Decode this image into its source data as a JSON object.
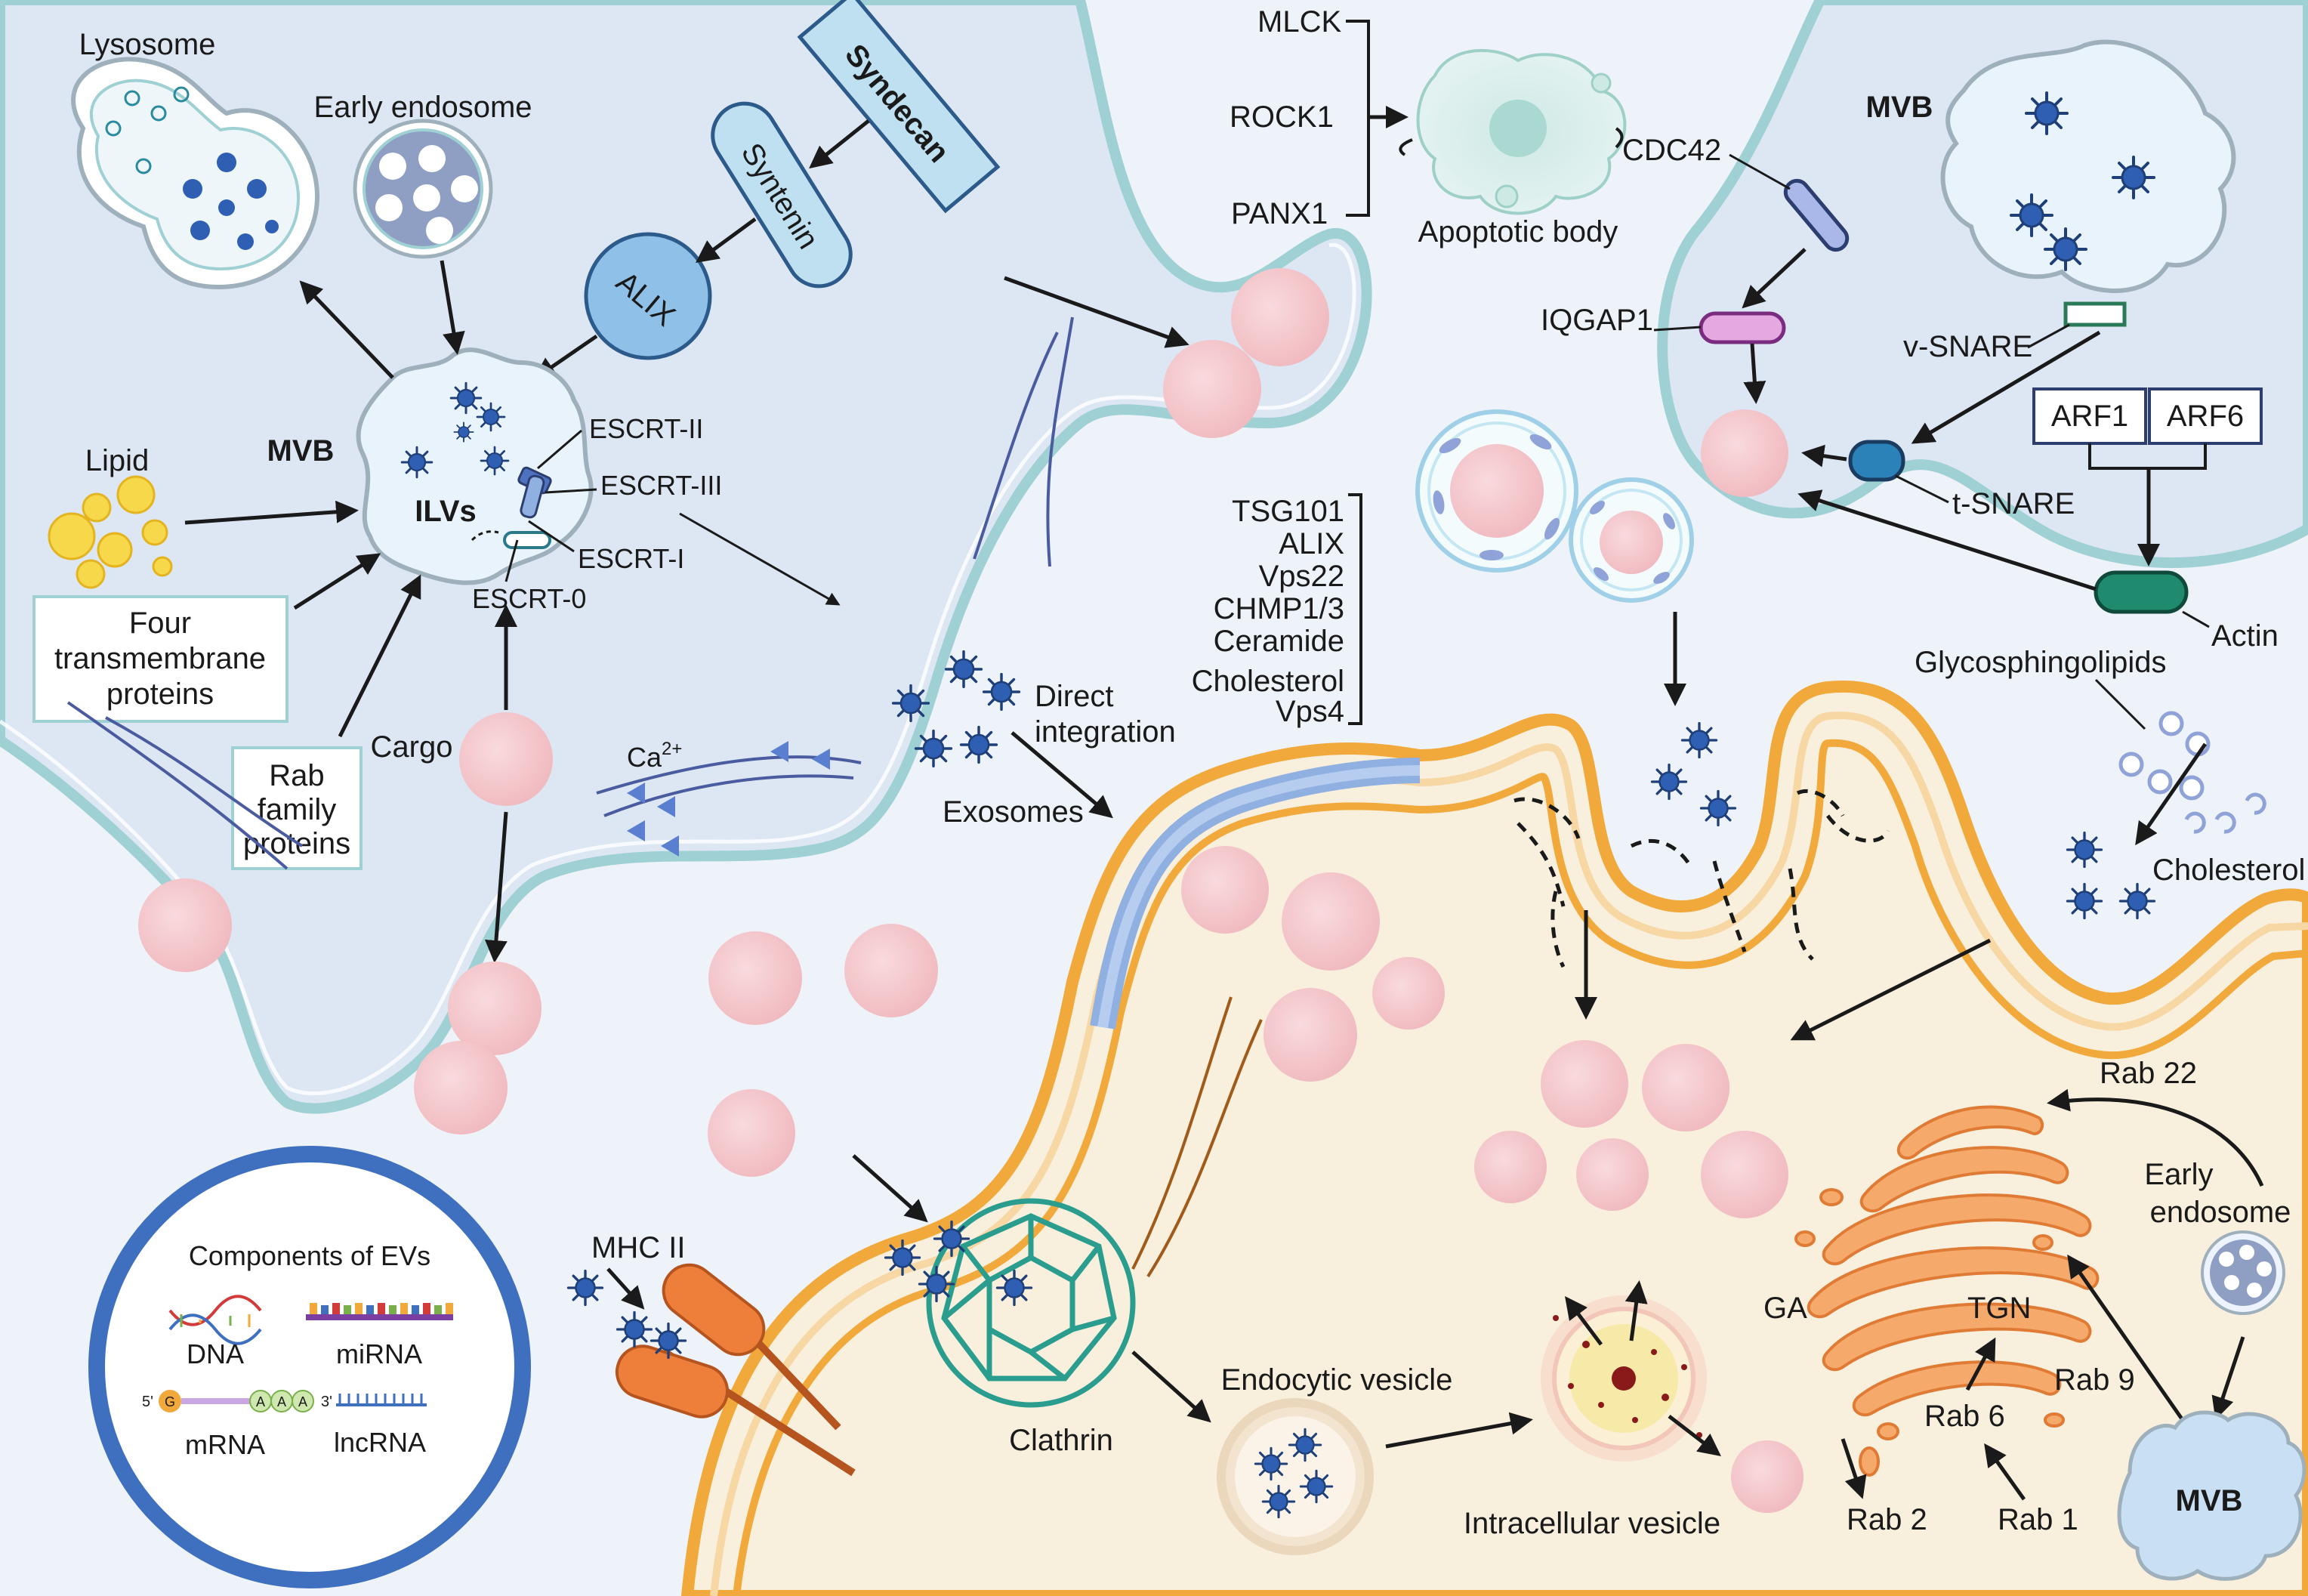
{
  "labels": {
    "lysosome": "Lysosome",
    "early_endosome_top": "Early endosome",
    "syndecan": "Syndecan",
    "syntenin": "Syntenin",
    "alix_protein": "ALIX",
    "mvb_left": "MVB",
    "ilvs": "ILVs",
    "escrt_ii": "ESCRT-II",
    "escrt_iii": "ESCRT-III",
    "escrt_i": "ESCRT-I",
    "escrt_0": "ESCRT-0",
    "lipid": "Lipid",
    "four_tm": [
      "Four",
      "transmembrane",
      "proteins"
    ],
    "rab_family": [
      "Rab",
      "family",
      "proteins"
    ],
    "cargo": "Cargo",
    "calcium": "Ca",
    "calcium_sup": "2+",
    "direct_integration": [
      "Direct",
      "integration"
    ],
    "exosomes": "Exosomes",
    "mlck": "MLCK",
    "rock1": "ROCK1",
    "panx1": "PANX1",
    "apoptotic_body": "Apoptotic body",
    "cdc42": "CDC42",
    "iqgap1": "IQGAP1",
    "mvb_right": "MVB",
    "v_snare": "v-SNARE",
    "t_snare": "t-SNARE",
    "arf1": "ARF1",
    "arf6": "ARF6",
    "actin": "Actin",
    "ectosome_markers": [
      "TSG101",
      "ALIX",
      "Vps22",
      "CHMP1/3",
      "Ceramide",
      "Cholesterol",
      "Vps4"
    ],
    "glycosphingolipids": "Glycosphingolipids",
    "cholesterol": "Cholesterol",
    "rab22": "Rab 22",
    "early_endosome_right": [
      "Early",
      "endosome"
    ],
    "ga": "GA",
    "tgn": "TGN",
    "rab6": "Rab 6",
    "rab9": "Rab 9",
    "rab2": "Rab 2",
    "rab1": "Rab 1",
    "mvb_bottom": "MVB",
    "mhc_ii": "MHC II",
    "clathrin": "Clathrin",
    "endocytic_vesicle": "Endocytic vesicle",
    "intracellular_vesicle": "Intracellular vesicle"
  },
  "components": {
    "title": "Components of EVs",
    "dna": "DNA",
    "mirna": "miRNA",
    "mrna": "mRNA",
    "lncrna": "lncRNA",
    "mrna_5": "5'",
    "mrna_3": "3'",
    "mrna_cap": "G",
    "mrna_tail": "A"
  },
  "colors": {
    "background": "#eef3fa",
    "upper_cell": "#dde7f4",
    "membrane_teal": "#9fd0d4",
    "recipient_cytoplasm": "#f8efdd",
    "membrane_orange": "#f2a93b",
    "vesicle_pink": "#f4c6cb",
    "protein_blue": "#2f5fb3",
    "clathrin_teal": "#2a9d8f",
    "mhc_orange": "#ee7f3a",
    "golgi_orange": "#f5a96a",
    "evs_ring": "#3f6fbf"
  }
}
